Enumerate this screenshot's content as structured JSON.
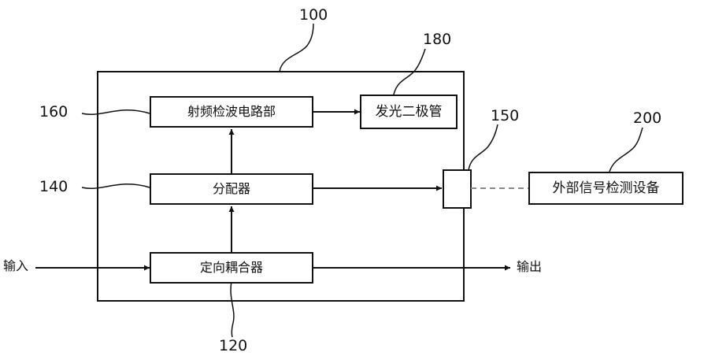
{
  "labels": {
    "main": "100",
    "led": "180",
    "rf_detector": "160",
    "connector": "150",
    "external": "200",
    "splitter": "140",
    "coupler": "120"
  },
  "blocks": {
    "rf_detector": "射频检波电路部",
    "led": "发光二极管",
    "splitter": "分配器",
    "coupler": "定向耦合器",
    "external": "外部信号检测设备"
  },
  "io": {
    "input": "输入",
    "output": "输出"
  }
}
